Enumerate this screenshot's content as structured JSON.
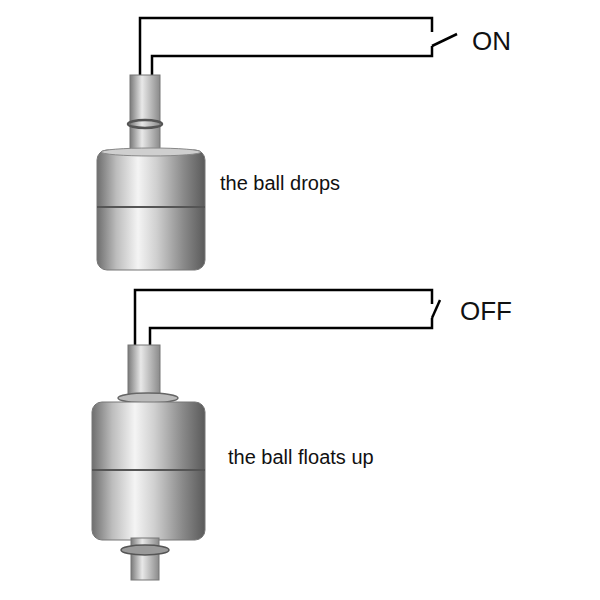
{
  "diagram": {
    "labels": [
      "ON",
      "the ball drops",
      "OFF",
      "the ball floats up"
    ]
  }
}
